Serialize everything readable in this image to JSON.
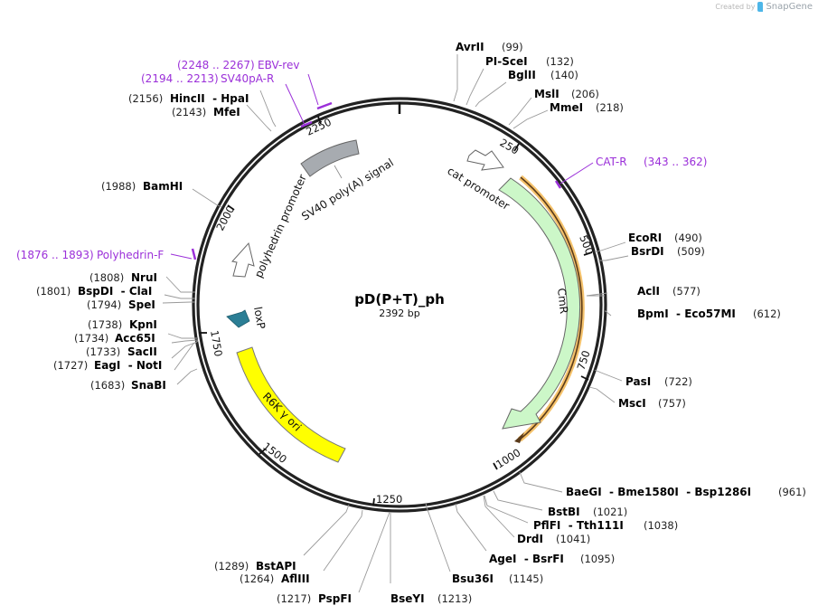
{
  "credit": {
    "created_by": "Created by",
    "brand": "SnapGene"
  },
  "plasmid": {
    "name": "pD(P+T)_ph",
    "length_label": "2392 bp",
    "length": 2392
  },
  "ticks": [
    {
      "label": "250",
      "pos": 250
    },
    {
      "label": "500",
      "pos": 500
    },
    {
      "label": "750",
      "pos": 750
    },
    {
      "label": "1000",
      "pos": 1000
    },
    {
      "label": "1250",
      "pos": 1250
    },
    {
      "label": "1500",
      "pos": 1500
    },
    {
      "label": "1750",
      "pos": 1750
    },
    {
      "label": "2000",
      "pos": 2000
    },
    {
      "label": "2250",
      "pos": 2250
    }
  ],
  "features": [
    {
      "name": "cat promoter",
      "type": "promoter",
      "color": "#ffffff"
    },
    {
      "name": "CmR",
      "type": "cds",
      "color": "#ccf7c8"
    },
    {
      "name": "R6K γ ori",
      "type": "rep_origin",
      "color": "#ffff00"
    },
    {
      "name": "loxP",
      "type": "protein_bind",
      "color": "#2b7e95"
    },
    {
      "name": "polyhedrin promoter",
      "type": "promoter",
      "color": "#ffffff"
    },
    {
      "name": "SV40 poly(A) signal",
      "type": "polyA",
      "color": "#a7abb0"
    }
  ],
  "primers": [
    {
      "name": "EBV-rev",
      "range": "(2248 .. 2267)"
    },
    {
      "name": "SV40pA-R",
      "range": "(2194 .. 2213)"
    },
    {
      "name": "CAT-R",
      "range": "(343 .. 362)"
    },
    {
      "name": "Polyhedrin-F",
      "range": "(1876 .. 1893)"
    }
  ],
  "sites_right": [
    {
      "name": "AvrII",
      "pos": "(99)"
    },
    {
      "name": "PI-SceI",
      "pos": "(132)"
    },
    {
      "name": "BglII",
      "pos": "(140)"
    },
    {
      "name": "MslI",
      "pos": "(206)"
    },
    {
      "name": "MmeI",
      "pos": "(218)"
    },
    {
      "name": "EcoRI",
      "pos": "(490)"
    },
    {
      "name": "BsrDI",
      "pos": "(509)"
    },
    {
      "name": "AclI",
      "pos": "(577)"
    },
    {
      "name": "BpmI  - Eco57MI",
      "pos": "(612)"
    },
    {
      "name": "PasI",
      "pos": "(722)"
    },
    {
      "name": "MscI",
      "pos": "(757)"
    },
    {
      "name": "BaeGI  - Bme1580I  - Bsp1286I",
      "pos": "(961)"
    },
    {
      "name": "BstBI",
      "pos": "(1021)"
    },
    {
      "name": "PflFI  - Tth111I",
      "pos": "(1038)"
    },
    {
      "name": "DrdI",
      "pos": "(1041)"
    },
    {
      "name": "AgeI  - BsrFI",
      "pos": "(1095)"
    },
    {
      "name": "Bsu36I",
      "pos": "(1145)"
    },
    {
      "name": "BseYI",
      "pos": "(1213)"
    }
  ],
  "sites_left": [
    {
      "name": "PspFI",
      "pos": "(1217)"
    },
    {
      "name": "AflIII",
      "pos": "(1264)"
    },
    {
      "name": "BstAPI",
      "pos": "(1289)"
    },
    {
      "name": "SnaBI",
      "pos": "(1683)"
    },
    {
      "name": "EagI  - NotI",
      "pos": "(1727)"
    },
    {
      "name": "SacII",
      "pos": "(1733)"
    },
    {
      "name": "Acc65I",
      "pos": "(1734)"
    },
    {
      "name": "KpnI",
      "pos": "(1738)"
    },
    {
      "name": "SpeI",
      "pos": "(1794)"
    },
    {
      "name": "BspDI  - ClaI",
      "pos": "(1801)"
    },
    {
      "name": "NruI",
      "pos": "(1808)"
    },
    {
      "name": "BamHI",
      "pos": "(1988)"
    },
    {
      "name": "MfeI",
      "pos": "(2143)"
    },
    {
      "name": "HincII  - HpaI",
      "pos": "(2156)"
    }
  ],
  "colors": {
    "primer": "#9b30d9",
    "cmr_fill": "#ccf7c8",
    "ori_fill": "#ffff00",
    "loxp_fill": "#2b7e95",
    "polya_fill": "#a7abb0",
    "primer_bar": "#f5c26b"
  }
}
